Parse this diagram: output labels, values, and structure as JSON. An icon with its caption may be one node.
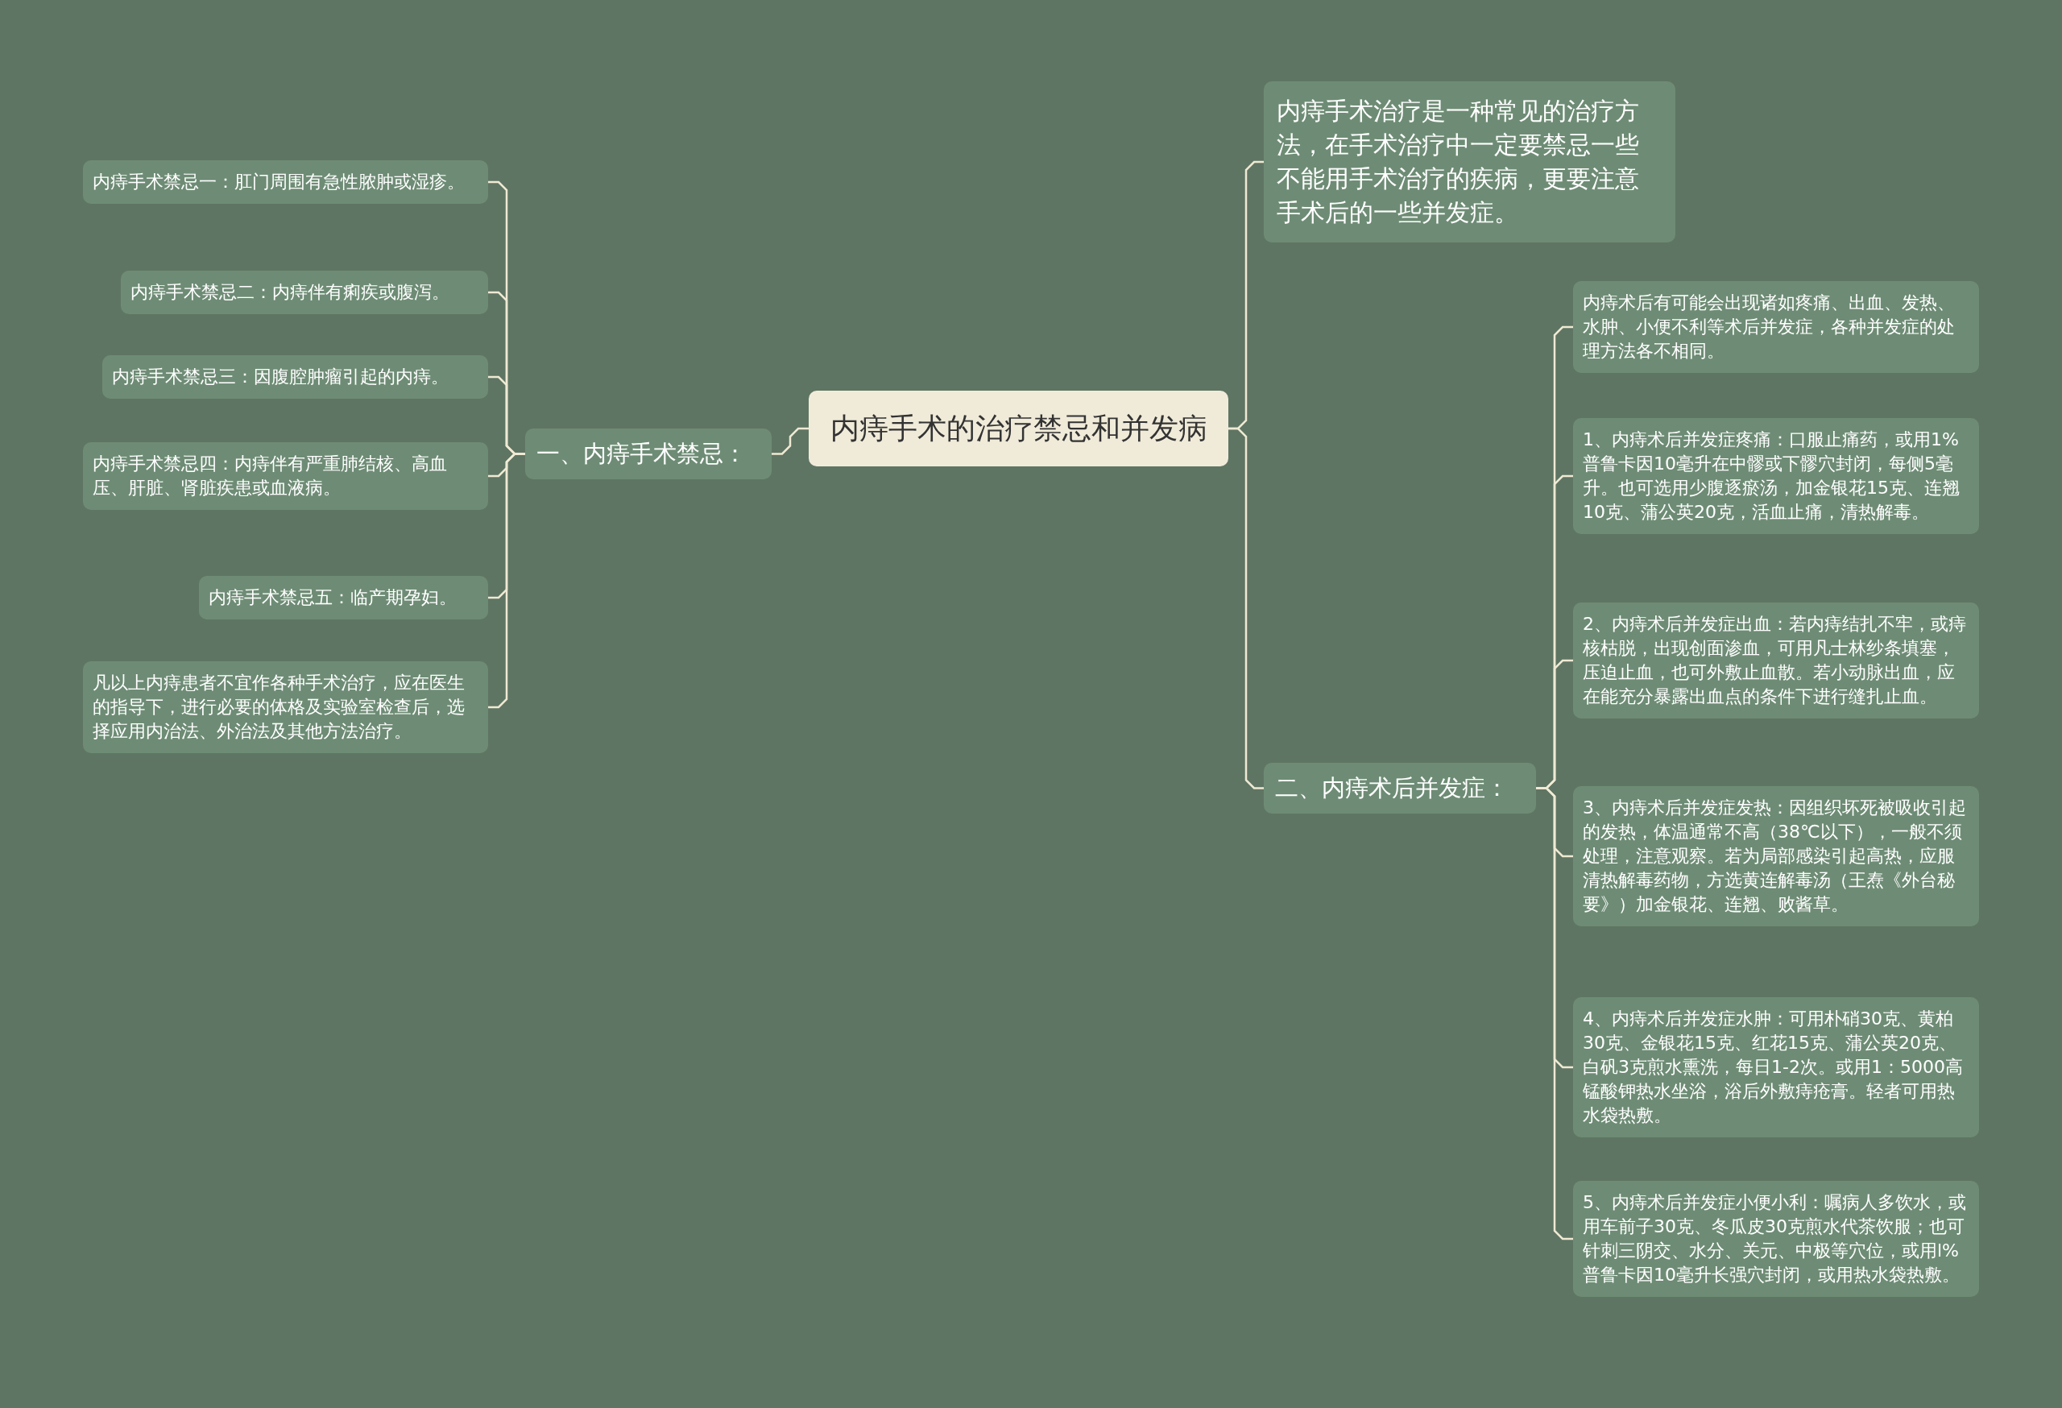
{
  "diagram": {
    "nodes": [
      {
        "text": [
          "内痔手术的治疗禁忌和并发病"
        ]
      },
      {
        "text": [
          "一、内痔手术禁忌："
        ]
      },
      {
        "text": [
          "内痔手术禁忌一：肛门周围有急性脓肿或湿疹。"
        ]
      },
      {
        "text": [
          "内痔手术禁忌二：内痔伴有痢疾或腹泻。"
        ]
      },
      {
        "text": [
          "内痔手术禁忌三：因腹腔肿瘤引起的内痔。"
        ]
      },
      {
        "text": [
          "内痔手术禁忌四：内痔伴有严重肺结核、高血压、肝脏、肾脏疾患或血液病。"
        ]
      },
      {
        "text": [
          "内痔手术禁忌五：临产期孕妇。"
        ]
      },
      {
        "text": [
          "凡以上内痔患者不宜作各种手术治疗，应在医生的指导下，进行必要的体格及实验室检查后，选择应用内治法、外治法及其他方法治疗。"
        ]
      },
      {
        "text": [
          "内痔手术治疗是一种常见的治疗方法，在手术治疗中一定要禁忌一些不能用手术治疗的疾病，更要注意手术后的一些并发症。"
        ]
      },
      {
        "text": [
          "二、内痔术后并发症："
        ]
      },
      {
        "text": [
          "内痔术后有可能会出现诸如疼痛、出血、发热、水肿、小便不利等术后并发症，各种并发症的处理方法各不相同。"
        ]
      },
      {
        "text": [
          "1、内痔术后并发症疼痛：口服止痛药，或用1%普鲁卡因10毫升在中髎或下髎穴封闭，每侧5毫升。也可选用少腹逐瘀汤，加金银花15克、连翘10克、蒲公英20克，活血止痛，清热解毒。"
        ]
      },
      {
        "text": [
          "2、内痔术后并发症出血：若内痔结扎不牢，或痔核枯脱，出现创面渗血，可用凡士林纱条填塞，压迫止血，也可外敷止血散。若小动脉出血，应在能充分暴露出血点的条件下进行缝扎止血。"
        ]
      },
      {
        "text": [
          "3、内痔术后并发症发热：因组织坏死被吸收引起的发热，体温通常不高（38℃以下），一般不须处理，注意观察。若为局部感染引起高热，应服清热解毒药物，方选黄连解毒汤（王焘《外台秘要》）加金银花、连翘、败酱草。"
        ]
      },
      {
        "text": [
          "4、内痔术后并发症水肿：可用朴硝30克、黄柏30克、金银花15克、红花15克、蒲公英20克、白矾3克煎水熏洗，每日1-2次。或用1：5000高锰酸钾热水坐浴，浴后外敷痔疮膏。轻者可用热水袋热敷。"
        ]
      },
      {
        "text": [
          "5、内痔术后并发症小便小利：嘱病人多饮水，或用车前子30克、冬瓜皮30克煎水代茶饮服；也可针刺三阴交、水分、关元、中极等穴位，或用l%普鲁卡因10毫升长强穴封闭，或用热水袋热敷。"
        ]
      }
    ],
    "edges": [
      {
        "from": 0,
        "to": 1,
        "arrow": "none"
      },
      {
        "from": 1,
        "to": 2,
        "arrow": "none"
      },
      {
        "from": 1,
        "to": 3,
        "arrow": "none"
      },
      {
        "from": 1,
        "to": 4,
        "arrow": "none"
      },
      {
        "from": 1,
        "to": 5,
        "arrow": "none"
      },
      {
        "from": 1,
        "to": 6,
        "arrow": "none"
      },
      {
        "from": 1,
        "to": 7,
        "arrow": "none"
      },
      {
        "from": 0,
        "to": 8,
        "arrow": "none"
      },
      {
        "from": 0,
        "to": 9,
        "arrow": "none"
      },
      {
        "from": 9,
        "to": 10,
        "arrow": "none"
      },
      {
        "from": 9,
        "to": 11,
        "arrow": "none"
      },
      {
        "from": 9,
        "to": 12,
        "arrow": "none"
      },
      {
        "from": 9,
        "to": 13,
        "arrow": "none"
      },
      {
        "from": 9,
        "to": 14,
        "arrow": "none"
      },
      {
        "from": 9,
        "to": 15,
        "arrow": "none"
      }
    ]
  }
}
